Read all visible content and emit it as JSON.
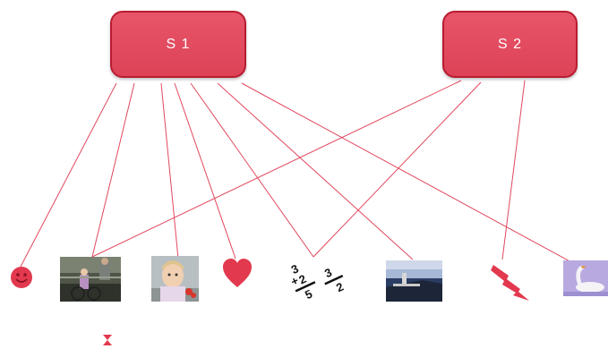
{
  "nodes": {
    "s1": {
      "label": "S 1"
    },
    "s2": {
      "label": "S 2"
    }
  },
  "items": [
    {
      "key": "smiley",
      "icon": "smiley-face-icon"
    },
    {
      "key": "bike-photo",
      "icon": "child-bicycle-photo"
    },
    {
      "key": "toddler-photo",
      "icon": "toddler-eating-photo"
    },
    {
      "key": "heart",
      "icon": "heart-icon"
    },
    {
      "key": "fractions",
      "icon": "fractions-icon"
    },
    {
      "key": "boat-photo",
      "icon": "boat-sea-photo"
    },
    {
      "key": "lightning",
      "icon": "lightning-bolt-icon"
    },
    {
      "key": "swan-photo",
      "icon": "swan-photo"
    },
    {
      "key": "hourglass",
      "icon": "hourglass-icon"
    }
  ],
  "links": [
    {
      "from": "s1",
      "to": "smiley"
    },
    {
      "from": "s1",
      "to": "bike-photo"
    },
    {
      "from": "s1",
      "to": "toddler-photo"
    },
    {
      "from": "s1",
      "to": "heart"
    },
    {
      "from": "s1",
      "to": "fractions"
    },
    {
      "from": "s1",
      "to": "boat-photo"
    },
    {
      "from": "s1",
      "to": "swan-photo"
    },
    {
      "from": "s2",
      "to": "bike-photo"
    },
    {
      "from": "s2",
      "to": "fractions"
    },
    {
      "from": "s2",
      "to": "lightning"
    }
  ],
  "colors": {
    "node_fill": "#dd4257",
    "node_border": "#b81c30",
    "link": "#e0475e",
    "icon": "#e2394f"
  }
}
